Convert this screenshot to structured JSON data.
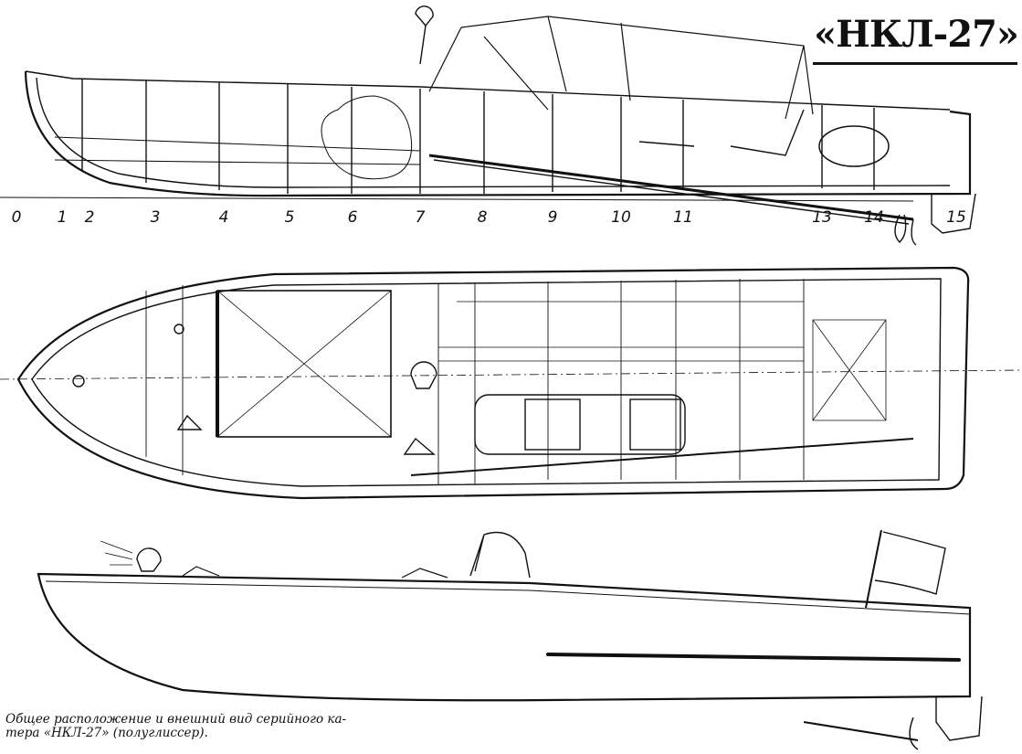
{
  "title": "«НКЛ-27»",
  "stations": [
    "0",
    "1",
    "2",
    "3",
    "4",
    "5",
    "6",
    "7",
    "8",
    "9",
    "10",
    "11",
    "13",
    "14",
    "15"
  ],
  "caption": {
    "line1": "Общее расположение и внешний вид  серийного ка-",
    "line2": "тера «НКЛ-27» (полуглиссер)."
  },
  "colors": {
    "ink": "#111111",
    "paper": "#ffffff"
  }
}
